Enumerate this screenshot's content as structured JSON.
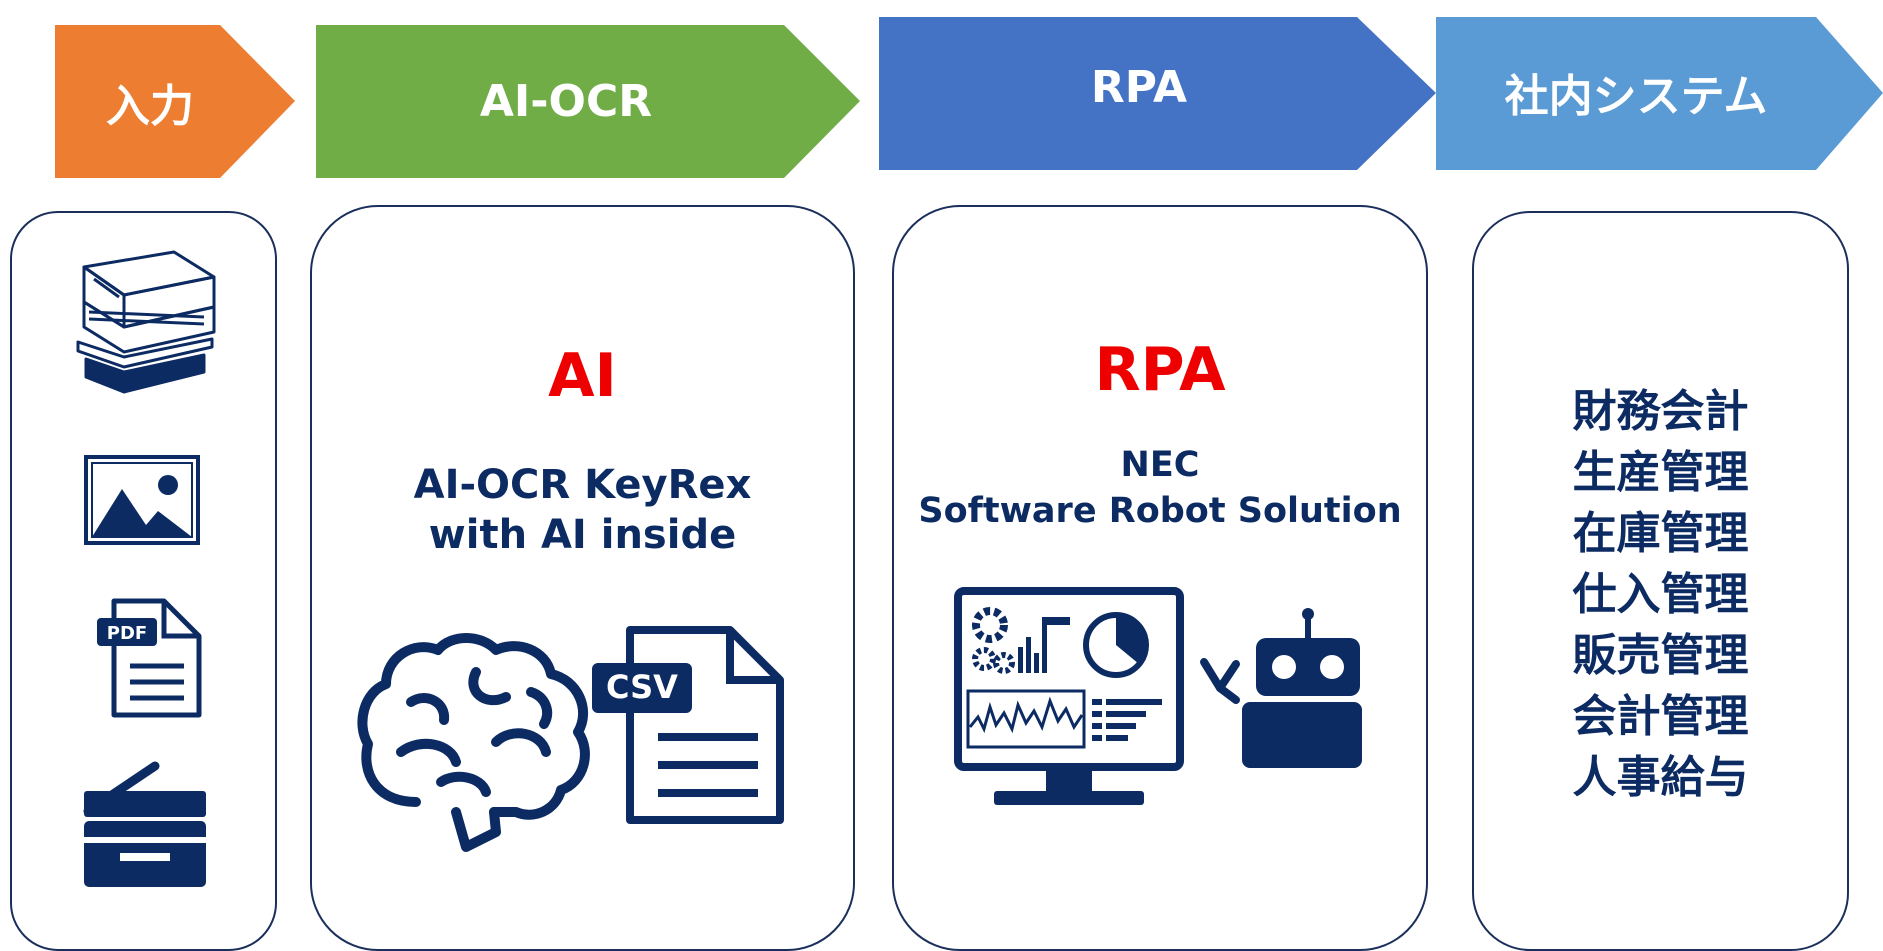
{
  "stages": [
    {
      "label": "入力",
      "color": "#ed7d31"
    },
    {
      "label": "AI-OCR",
      "color": "#70ad47"
    },
    {
      "label": "RPA",
      "color": "#4472c4"
    },
    {
      "label": "社内システム",
      "color": "#5b9bd5"
    }
  ],
  "input_panel": {
    "icons": [
      "scanner-icon",
      "image-icon",
      "pdf-file-icon",
      "multifunction-printer-icon"
    ]
  },
  "ai_ocr_panel": {
    "heading": "AI",
    "product_line1": "AI-OCR KeyRex",
    "product_line2": "with AI inside",
    "csv_label": "CSV",
    "icons": [
      "brain-icon",
      "csv-file-icon"
    ]
  },
  "rpa_panel": {
    "heading": "RPA",
    "product_line1": "NEC",
    "product_line2": "Software Robot Solution",
    "icons": [
      "dashboard-monitor-icon",
      "robot-icon"
    ]
  },
  "systems_panel": {
    "items": [
      "財務会計",
      "生産管理",
      "在庫管理",
      "仕入管理",
      "販売管理",
      "会計管理",
      "人事給与"
    ]
  },
  "colors": {
    "navy": "#0d2b63",
    "heading_red": "#ee0000",
    "border": "#1b2f5c"
  }
}
